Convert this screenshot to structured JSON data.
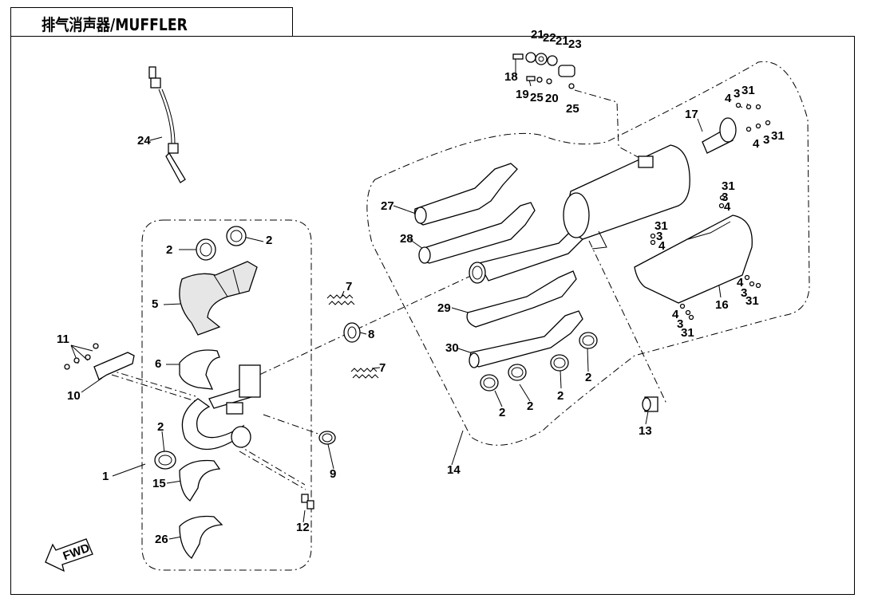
{
  "title": "排气消声器/MUFFLER",
  "fwd_label": "FWD",
  "callouts": [
    {
      "id": "c-24",
      "text": "24"
    },
    {
      "id": "c-2a",
      "text": "2"
    },
    {
      "id": "c-2b",
      "text": "2"
    },
    {
      "id": "c-5",
      "text": "5"
    },
    {
      "id": "c-6",
      "text": "6"
    },
    {
      "id": "c-11",
      "text": "11"
    },
    {
      "id": "c-10",
      "text": "10"
    },
    {
      "id": "c-2c",
      "text": "2"
    },
    {
      "id": "c-1",
      "text": "1"
    },
    {
      "id": "c-15",
      "text": "15"
    },
    {
      "id": "c-26",
      "text": "26"
    },
    {
      "id": "c-7a",
      "text": "7"
    },
    {
      "id": "c-8",
      "text": "8"
    },
    {
      "id": "c-7b",
      "text": "7"
    },
    {
      "id": "c-9",
      "text": "9"
    },
    {
      "id": "c-12",
      "text": "12"
    },
    {
      "id": "c-27",
      "text": "27"
    },
    {
      "id": "c-28",
      "text": "28"
    },
    {
      "id": "c-29",
      "text": "29"
    },
    {
      "id": "c-30",
      "text": "30"
    },
    {
      "id": "c-2d",
      "text": "2"
    },
    {
      "id": "c-2e",
      "text": "2"
    },
    {
      "id": "c-2f",
      "text": "2"
    },
    {
      "id": "c-2g",
      "text": "2"
    },
    {
      "id": "c-14",
      "text": "14"
    },
    {
      "id": "c-21a",
      "text": "21"
    },
    {
      "id": "c-22",
      "text": "22"
    },
    {
      "id": "c-21b",
      "text": "21"
    },
    {
      "id": "c-23",
      "text": "23"
    },
    {
      "id": "c-18",
      "text": "18"
    },
    {
      "id": "c-19",
      "text": "19"
    },
    {
      "id": "c-25a",
      "text": "25"
    },
    {
      "id": "c-20",
      "text": "20"
    },
    {
      "id": "c-25b",
      "text": "25"
    },
    {
      "id": "c-17",
      "text": "17"
    },
    {
      "id": "c-4a",
      "text": "4"
    },
    {
      "id": "c-3a",
      "text": "3"
    },
    {
      "id": "c-31a",
      "text": "31"
    },
    {
      "id": "c-4b",
      "text": "4"
    },
    {
      "id": "c-3b",
      "text": "3"
    },
    {
      "id": "c-31b",
      "text": "31"
    },
    {
      "id": "c-31c",
      "text": "31"
    },
    {
      "id": "c-3c",
      "text": "3"
    },
    {
      "id": "c-4c",
      "text": "4"
    },
    {
      "id": "c-31d",
      "text": "31"
    },
    {
      "id": "c-3d",
      "text": "3"
    },
    {
      "id": "c-4d",
      "text": "4"
    },
    {
      "id": "c-4e",
      "text": "4"
    },
    {
      "id": "c-3e",
      "text": "3"
    },
    {
      "id": "c-31e",
      "text": "31"
    },
    {
      "id": "c-16",
      "text": "16"
    },
    {
      "id": "c-4f",
      "text": "4"
    },
    {
      "id": "c-3f",
      "text": "3"
    },
    {
      "id": "c-31f",
      "text": "31"
    },
    {
      "id": "c-13",
      "text": "13"
    }
  ]
}
